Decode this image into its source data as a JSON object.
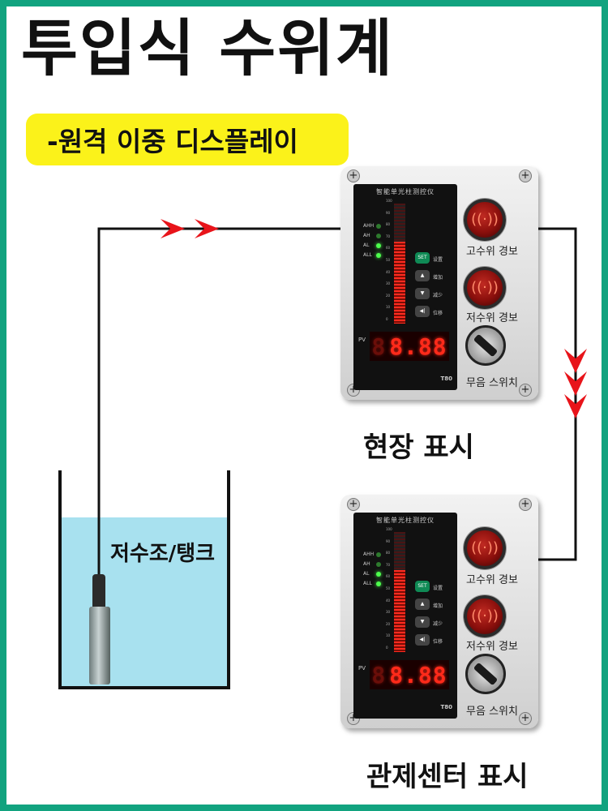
{
  "title": "투입식 수위계",
  "subtitle": "-원격 이중 디스플레이",
  "tank_label": "저수조/탱크",
  "units": [
    {
      "caption": "현장 표시",
      "panel_title": "智能单光柱测控仪",
      "indicators": [
        "AHH",
        "AH",
        "AL",
        "ALL"
      ],
      "leds_on": [
        false,
        false,
        true,
        true
      ],
      "scale": [
        "100",
        "90",
        "80",
        "70",
        "60",
        "50",
        "40",
        "30",
        "20",
        "10",
        "0"
      ],
      "bar_level": 0.68,
      "buttons": [
        {
          "icon": "SET",
          "label": "设置"
        },
        {
          "icon": "▲",
          "label": "增加"
        },
        {
          "icon": "▼",
          "label": "减少"
        },
        {
          "icon": "◀|",
          "label": "位移"
        }
      ],
      "pv_label": "PV",
      "digits_dim": "8",
      "digits": "8.88",
      "model": "T80",
      "high_alarm_label": "고수위 경보",
      "low_alarm_label": "저수위 경보",
      "switch_label": "무음 스위치"
    },
    {
      "caption": "관제센터 표시",
      "panel_title": "智能单光柱测控仪",
      "indicators": [
        "AHH",
        "AH",
        "AL",
        "ALL"
      ],
      "leds_on": [
        false,
        false,
        true,
        true
      ],
      "scale": [
        "100",
        "90",
        "80",
        "70",
        "60",
        "50",
        "40",
        "30",
        "20",
        "10",
        "0"
      ],
      "bar_level": 0.68,
      "buttons": [
        {
          "icon": "SET",
          "label": "设置"
        },
        {
          "icon": "▲",
          "label": "增加"
        },
        {
          "icon": "▼",
          "label": "减少"
        },
        {
          "icon": "◀|",
          "label": "位移"
        }
      ],
      "pv_label": "PV",
      "digits_dim": "8",
      "digits": "8.88",
      "model": "T80",
      "high_alarm_label": "고수위 경보",
      "low_alarm_label": "저수위 경보",
      "switch_label": "무음 스위치"
    }
  ],
  "colors": {
    "frame": "#12a37f",
    "highlight": "#fbf21a",
    "water": "#a8e1ef",
    "arrow": "#e8141a"
  }
}
